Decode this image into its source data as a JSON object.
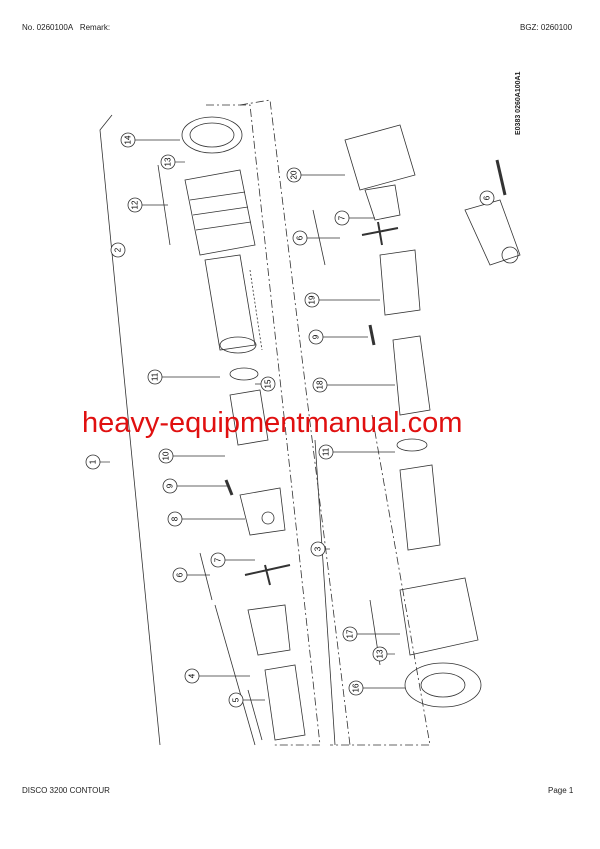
{
  "header": {
    "number": "No. 0260100A",
    "remark": "Remark:",
    "bgz": "BGZ: 0260100"
  },
  "footer": {
    "model": "DISCO 3200 CONTOUR",
    "page": "Page 1"
  },
  "diagram": {
    "drawing_code": "E0383 0260A100A1",
    "callouts": [
      "14",
      "13",
      "12",
      "2",
      "11",
      "15",
      "10",
      "1",
      "9",
      "8",
      "7",
      "6",
      "4",
      "5",
      "20",
      "7",
      "6",
      "19",
      "9",
      "18",
      "11",
      "3",
      "17",
      "13",
      "16",
      "6"
    ]
  },
  "watermark": "heavy-equipmentmanual.com",
  "colors": {
    "watermark": "#e01010",
    "lines": "#333333"
  }
}
